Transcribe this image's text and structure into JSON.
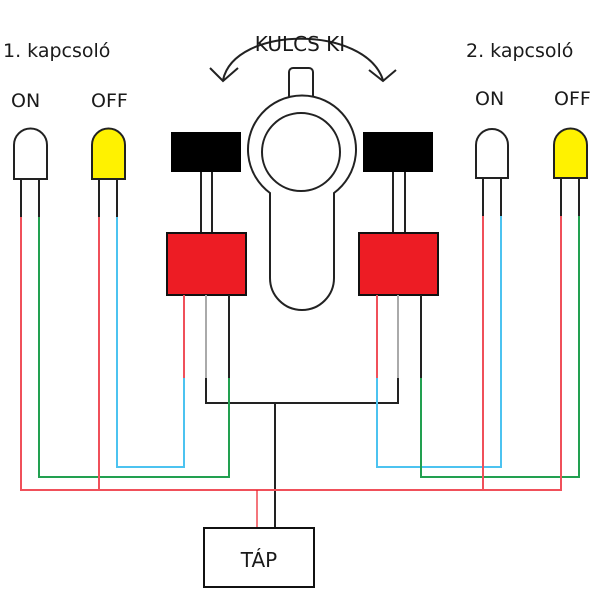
{
  "switch1": {
    "title": "1. kapcsoló",
    "on_label": "ON",
    "off_label": "OFF"
  },
  "switch2": {
    "title": "2. kapcsoló",
    "on_label": "ON",
    "off_label": "OFF"
  },
  "key": {
    "label": "KULCS KI"
  },
  "power": {
    "label": "TÁP"
  },
  "colors": {
    "led_on": "#ffffff",
    "led_off": "#fff200",
    "relay": "#ed1c24",
    "actuator": "#000000",
    "wire_red": "#f0505a",
    "wire_green": "#22a050",
    "wire_blue": "#4cc3f0",
    "wire_black": "#222222"
  }
}
